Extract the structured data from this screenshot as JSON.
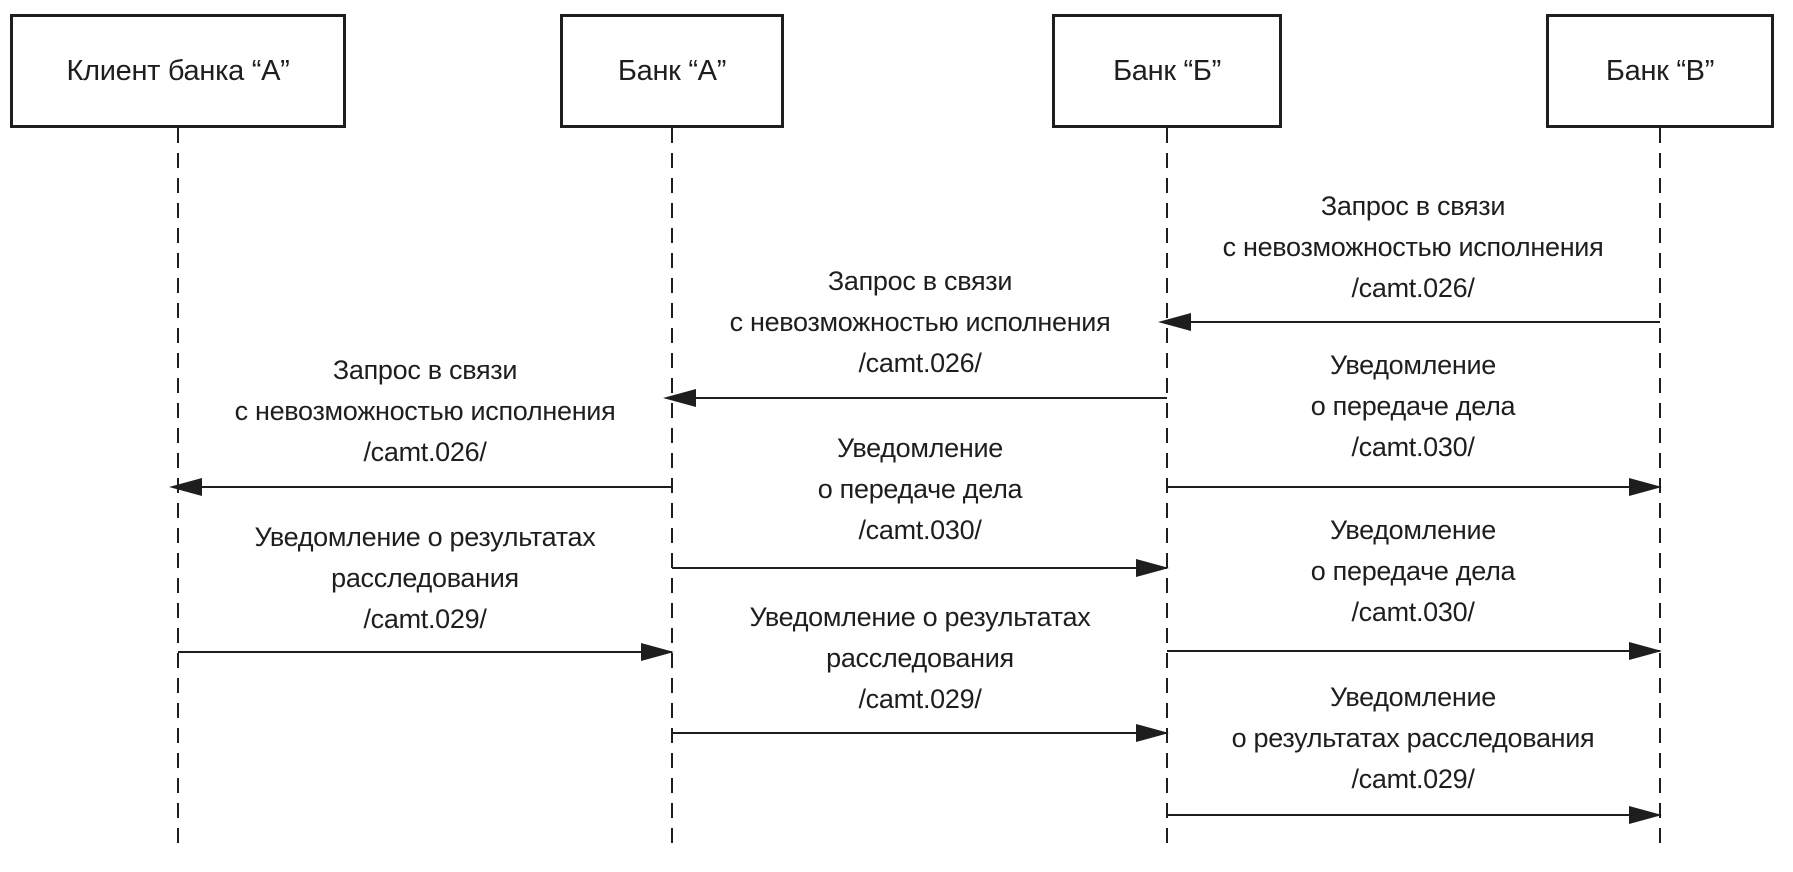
{
  "diagram": {
    "type": "sequence-diagram",
    "colors": {
      "line": "#1e1e1e",
      "background": "#ffffff"
    },
    "actors": [
      {
        "label": "Клиент банка “А”"
      },
      {
        "label": "Банк “А”"
      },
      {
        "label": "Банк “Б”"
      },
      {
        "label": "Банк “В”"
      }
    ],
    "messages": [
      {
        "from": "Банк “В”",
        "to": "Банк “Б”",
        "document": "camt.026",
        "direction": "left",
        "lines": [
          "Запрос в связи",
          "с невозможностью исполнения",
          "/camt.026/"
        ]
      },
      {
        "from": "Банк “Б”",
        "to": "Банк “А”",
        "document": "camt.026",
        "direction": "left",
        "lines": [
          "Запрос в связи",
          "с невозможностью исполнения",
          "/camt.026/"
        ]
      },
      {
        "from": "Банк “Б”",
        "to": "Банк “В”",
        "document": "camt.030",
        "direction": "right",
        "lines": [
          "Уведомление",
          "о передаче дела",
          "/camt.030/"
        ]
      },
      {
        "from": "Банк “А”",
        "to": "Клиент банка “А”",
        "document": "camt.026",
        "direction": "left",
        "lines": [
          "Запрос в связи",
          "с невозможностью исполнения",
          "/camt.026/"
        ]
      },
      {
        "from": "Банк “А”",
        "to": "Банк “Б”",
        "document": "camt.030",
        "direction": "right",
        "lines": [
          "Уведомление",
          "о передаче дела",
          "/camt.030/"
        ]
      },
      {
        "from": "Банк “Б”",
        "to": "Банк “В”",
        "document": "camt.030",
        "direction": "right",
        "lines": [
          "Уведомление",
          "о передаче дела",
          "/camt.030/"
        ]
      },
      {
        "from": "Клиент банка “А”",
        "to": "Банк “А”",
        "document": "camt.029",
        "direction": "right",
        "lines": [
          "Уведомление о результатах",
          "расследования",
          "/camt.029/"
        ]
      },
      {
        "from": "Банк “А”",
        "to": "Банк “Б”",
        "document": "camt.029",
        "direction": "right",
        "lines": [
          "Уведомление о результатах",
          "расследования",
          "/camt.029/"
        ]
      },
      {
        "from": "Банк “Б”",
        "to": "Банк “В”",
        "document": "camt.029",
        "direction": "right",
        "lines": [
          "Уведомление",
          "о результатах расследования",
          "/camt.029/"
        ]
      }
    ]
  }
}
